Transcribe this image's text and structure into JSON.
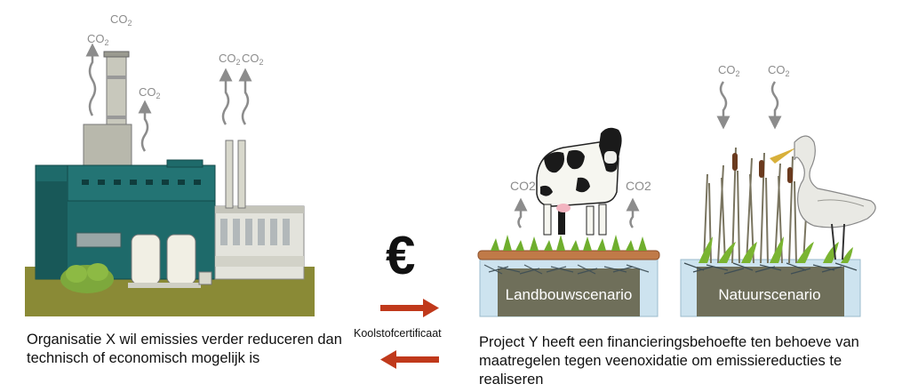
{
  "co2_label": "CO2",
  "co2_subscript_label": {
    "base": "CO",
    "sub": "2"
  },
  "currency_symbol": "€",
  "certificate_label": "Koolstofcertificaat",
  "left": {
    "caption": "Organisatie X wil emissies verder reduceren dan technisch of economisch mogelijk is"
  },
  "right": {
    "caption": "Project Y heeft een financieringsbehoefte ten behoeve van maatregelen tegen veenoxidatie om emissiereducties te realiseren",
    "scenario_agriculture": "Landbouwscenario",
    "scenario_nature": "Natuurscenario"
  },
  "colors": {
    "arrow": "#c0391b",
    "building_teal": "#1e6a6a",
    "ground": "#8a8a36",
    "water": "#cde3ef",
    "soil": "#6f6f5a",
    "co2_gray": "#8c8c8c"
  },
  "icons": [
    "factory-icon",
    "cow-icon",
    "egret-icon",
    "reed-icon",
    "euro-icon",
    "arrow-right-icon",
    "arrow-left-icon",
    "wavy-arrow-icon"
  ]
}
